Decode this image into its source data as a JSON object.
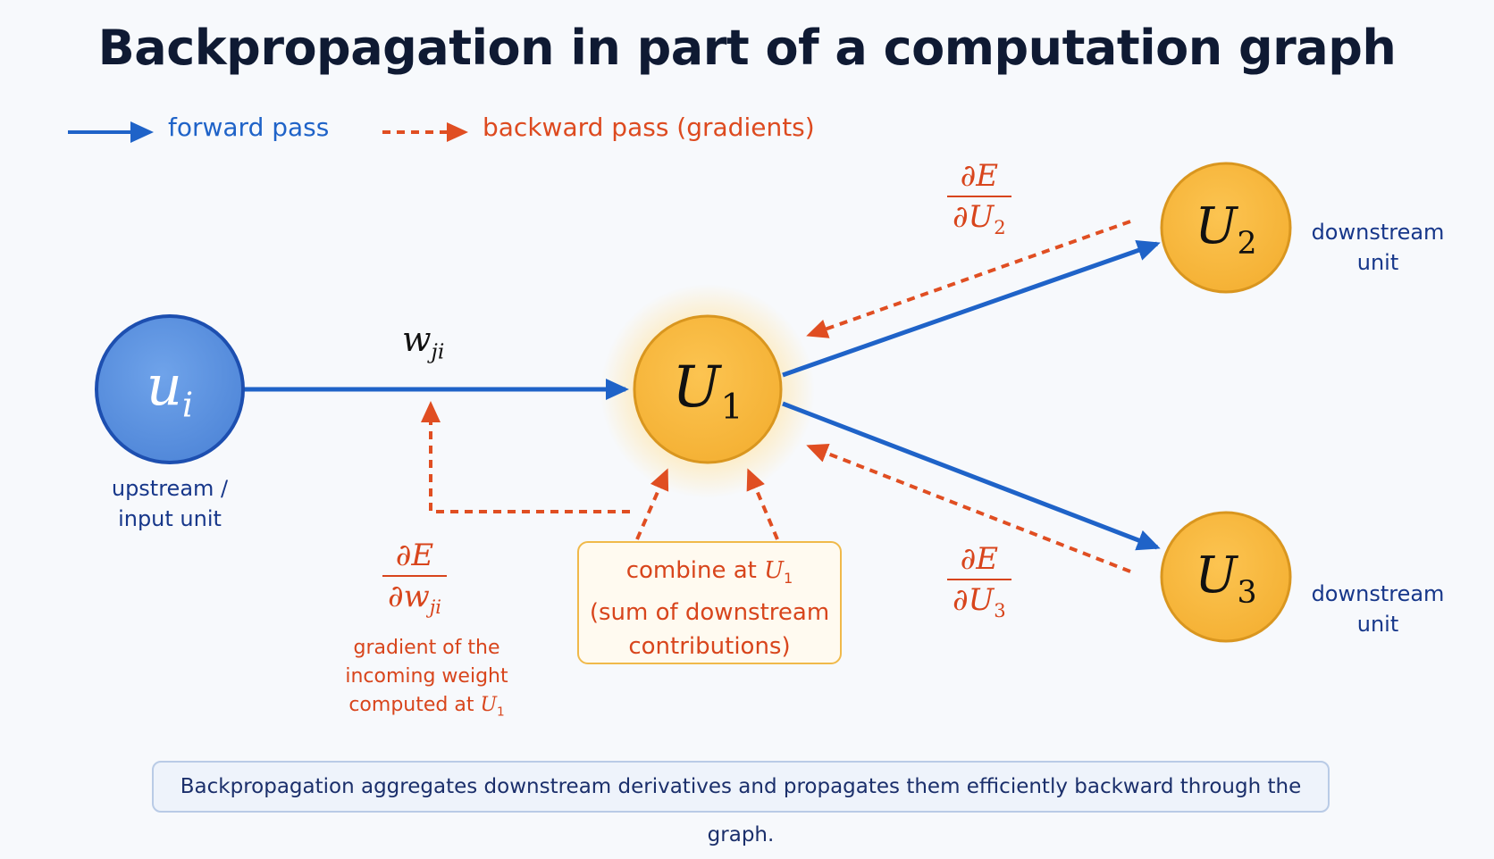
{
  "title": "Backpropagation in part of a computation graph",
  "legend": {
    "forward_label": "forward pass",
    "backward_label": "backward pass (gradients)"
  },
  "nodes": {
    "ui": {
      "symbol": "u",
      "subscript": "i",
      "caption_line1": "upstream /",
      "caption_line2": "input unit"
    },
    "u1": {
      "symbol": "U",
      "subscript": "1"
    },
    "u2": {
      "symbol": "U",
      "subscript": "2",
      "caption_line1": "downstream",
      "caption_line2": "unit"
    },
    "u3": {
      "symbol": "U",
      "subscript": "3",
      "caption_line1": "downstream",
      "caption_line2": "unit"
    }
  },
  "edge_weight": {
    "symbol": "w",
    "subscript": "ji"
  },
  "gradients": {
    "dE_dU2": {
      "numerator": "∂E",
      "denominator_prefix": "∂U",
      "denominator_sub": "2"
    },
    "dE_dU3": {
      "numerator": "∂E",
      "denominator_prefix": "∂U",
      "denominator_sub": "3"
    },
    "dE_dwji": {
      "numerator": "∂E",
      "denominator_prefix": "∂w",
      "denominator_sub": "ji"
    }
  },
  "weight_note": {
    "line1": "gradient of the",
    "line2": "incoming weight",
    "line3_prefix": "computed at ",
    "line3_symbol": "U",
    "line3_sub": "1"
  },
  "combine_box": {
    "line1_prefix": "combine at ",
    "line1_symbol": "U",
    "line1_sub": "1",
    "line2": "(sum of downstream",
    "line3": "contributions)"
  },
  "summary": "Backpropagation aggregates downstream derivatives and propagates them efficiently backward through the graph.",
  "colors": {
    "forward": "#1f63c8",
    "backward": "#e04e22",
    "upstream_node": "#5b93e0",
    "unit_node": "#f6b73c"
  }
}
